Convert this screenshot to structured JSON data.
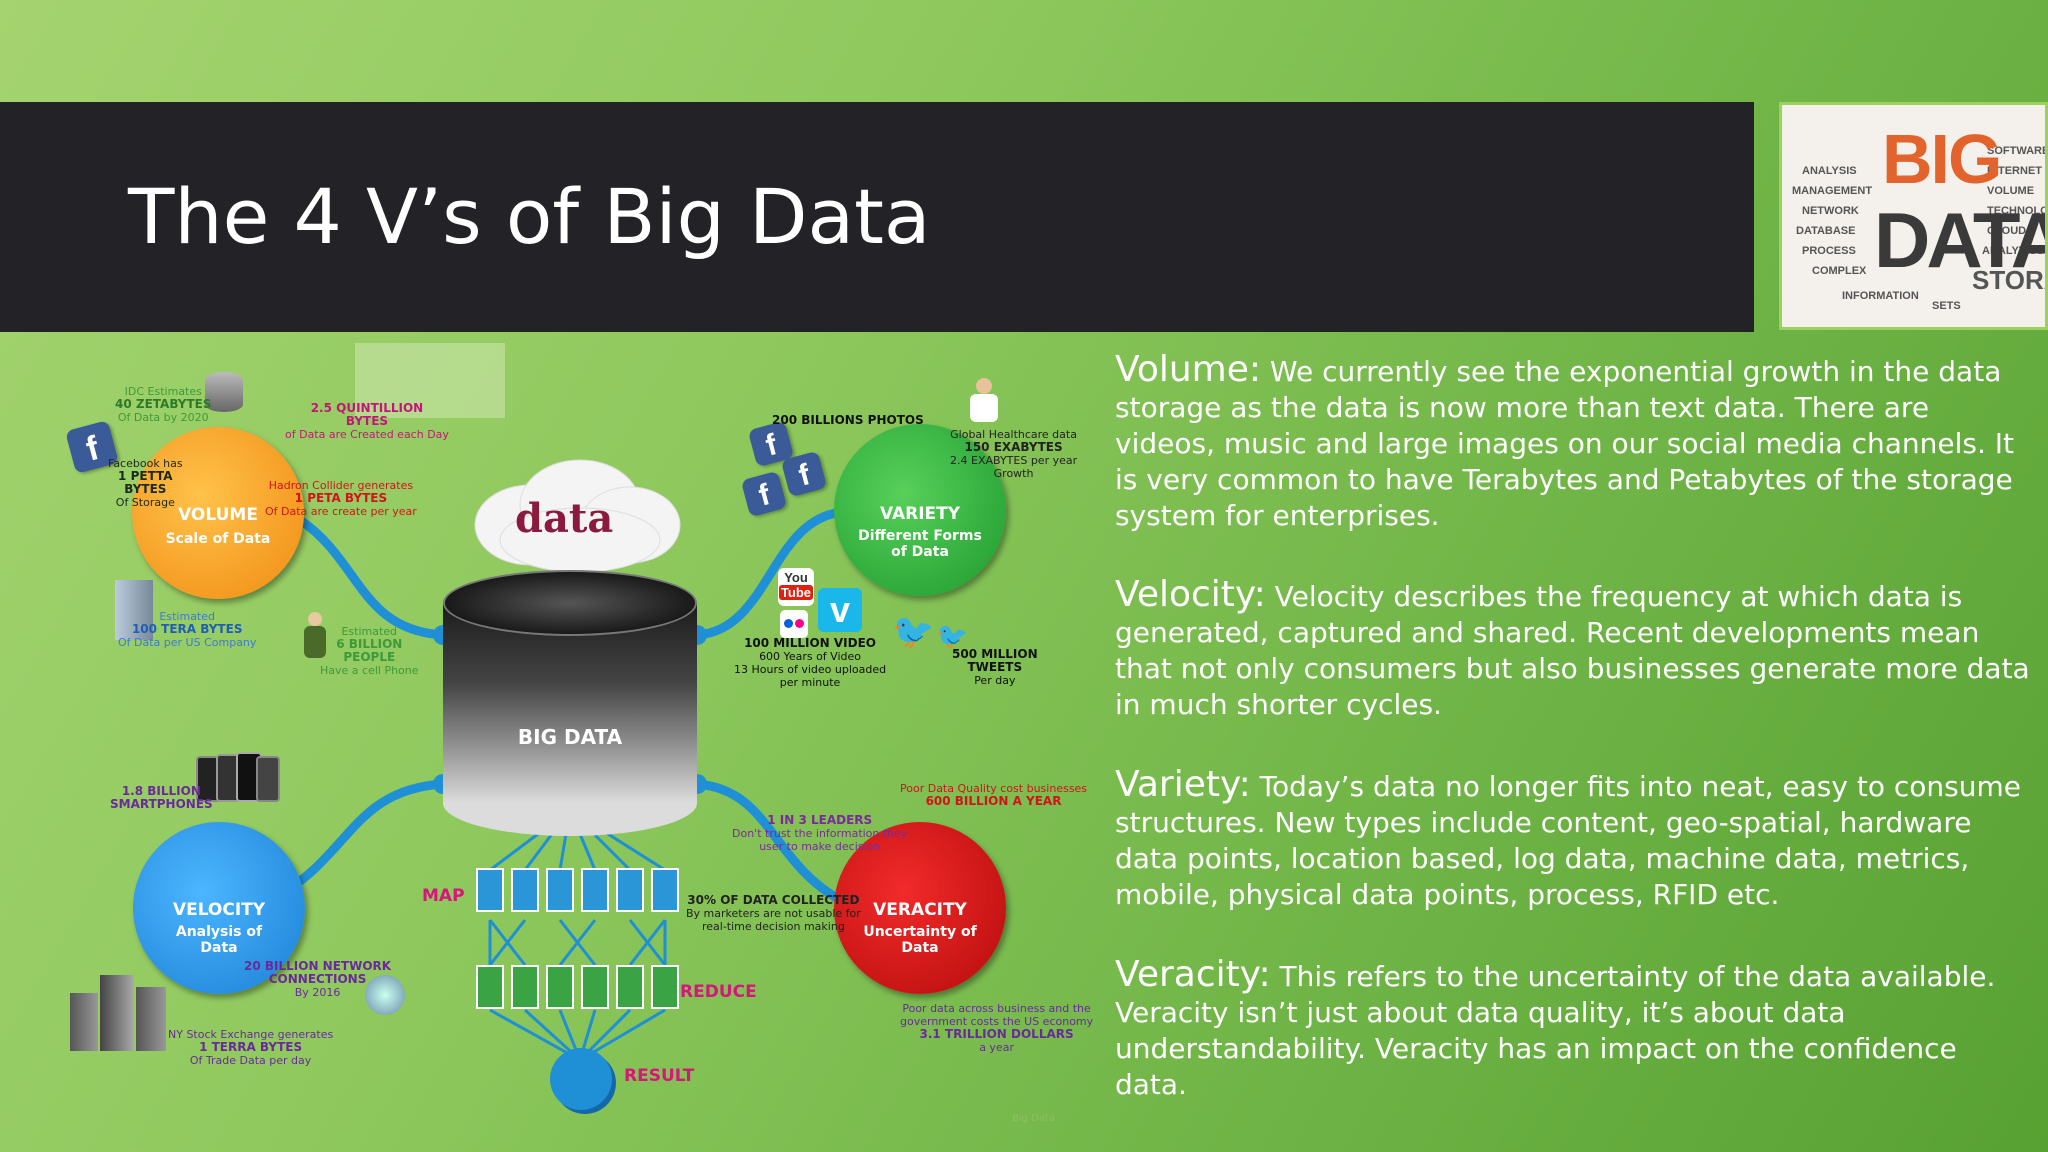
{
  "title": "The 4 V’s of Big Data",
  "logo": {
    "big": "BIG",
    "data": "DATA",
    "storage": "STORAGE"
  },
  "sections": [
    {
      "heading": "Volume:",
      "text": " We currently see the exponential growth in the data storage as the data is now more than text data. There are videos, music and large images on our social media channels. It is very common to have Terabytes and Petabytes of the storage system for enterprises."
    },
    {
      "heading": "Velocity:",
      "text": " Velocity describes the frequency at which data is generated, captured and shared. Recent developments mean that not only consumers but also businesses generate more data in much shorter cycles."
    },
    {
      "heading": "Variety:",
      "text": " Today’s data no longer fits into neat, easy to consume structures. New types include content, geo-spatial, hardware data points, location based, log data, machine data, metrics, mobile, physical data points, process, RFID etc."
    },
    {
      "heading": "Veracity:",
      "text": " This refers to the uncertainty of the data available. Veracity isn’t just about data quality, it’s about data understandability. Veracity has an impact on the confidence data."
    }
  ],
  "infographic": {
    "center": "BIG DATA",
    "cloud_word": "data",
    "volume": {
      "title": "VOLUME",
      "sub": "Scale of Data"
    },
    "variety": {
      "title": "VARIETY",
      "sub": "Different Forms of Data"
    },
    "velocity": {
      "title": "VELOCITY",
      "sub": "Analysis of Data"
    },
    "veracity": {
      "title": "VERACITY",
      "sub": "Uncertainty of Data"
    },
    "map": "MAP",
    "reduce": "REDUCE",
    "result": "RESULT",
    "facts": {
      "idc_1": "IDC Estimates",
      "idc_2": "40 ZETABYTES",
      "idc_3": "Of Data by 2020",
      "quint_1": "2.5 QUINTILLION",
      "quint_2": "BYTES",
      "quint_3": "of Data are Created each Day",
      "fb_1": "Facebook has",
      "fb_2": "1 PETTA",
      "fb_3": "BYTES",
      "fb_4": "Of Storage",
      "hadron_1": "Hadron Collider generates",
      "hadron_2": "1 PETA BYTES",
      "hadron_3": "Of Data are create per year",
      "tera_1": "Estimated",
      "tera_2": "100 TERA BYTES",
      "tera_3": "Of Data per US Company",
      "people_1": "Estimated",
      "people_2": "6 BILLION",
      "people_3": "PEOPLE",
      "people_4": "Have a cell Phone",
      "photos": "200 BILLIONS PHOTOS",
      "health_1": "Global Healthcare data",
      "health_2": "150 EXABYTES",
      "health_3": "2.4 EXABYTES per year",
      "health_4": "Growth",
      "video_1": "100 MILLION VIDEO",
      "video_2": "600 Years of Video",
      "video_3": "13 Hours of video uploaded",
      "video_4": "per minute",
      "tweets_1": "500 MILLION",
      "tweets_2": "TWEETS",
      "tweets_3": "Per day",
      "smart_1": "1.8 BILLION",
      "smart_2": "SMARTPHONES",
      "poorq_1": "Poor Data Quality cost businesses",
      "poorq_2": "600 BILLION A YEAR",
      "leaders_1": "1 IN 3 LEADERS",
      "leaders_2": "Don't trust the information they",
      "leaders_3": "user to make decision",
      "pct_1": "30% OF DATA COLLECTED",
      "pct_2": "By marketers are not usable for",
      "pct_3": "real-time decision making",
      "net_1": "20 BILLION NETWORK",
      "net_2": "CONNECTIONS",
      "net_3": "By 2016",
      "nyse_1": "NY Stock Exchange generates",
      "nyse_2": "1 TERRA BYTES",
      "nyse_3": "Of Trade Data per day",
      "cost_1": "Poor data across business and the",
      "cost_2": "government costs the US economy",
      "cost_3": "3.1 TRILLION DOLLARS",
      "cost_4": "a year",
      "footer": "Big Data"
    }
  }
}
